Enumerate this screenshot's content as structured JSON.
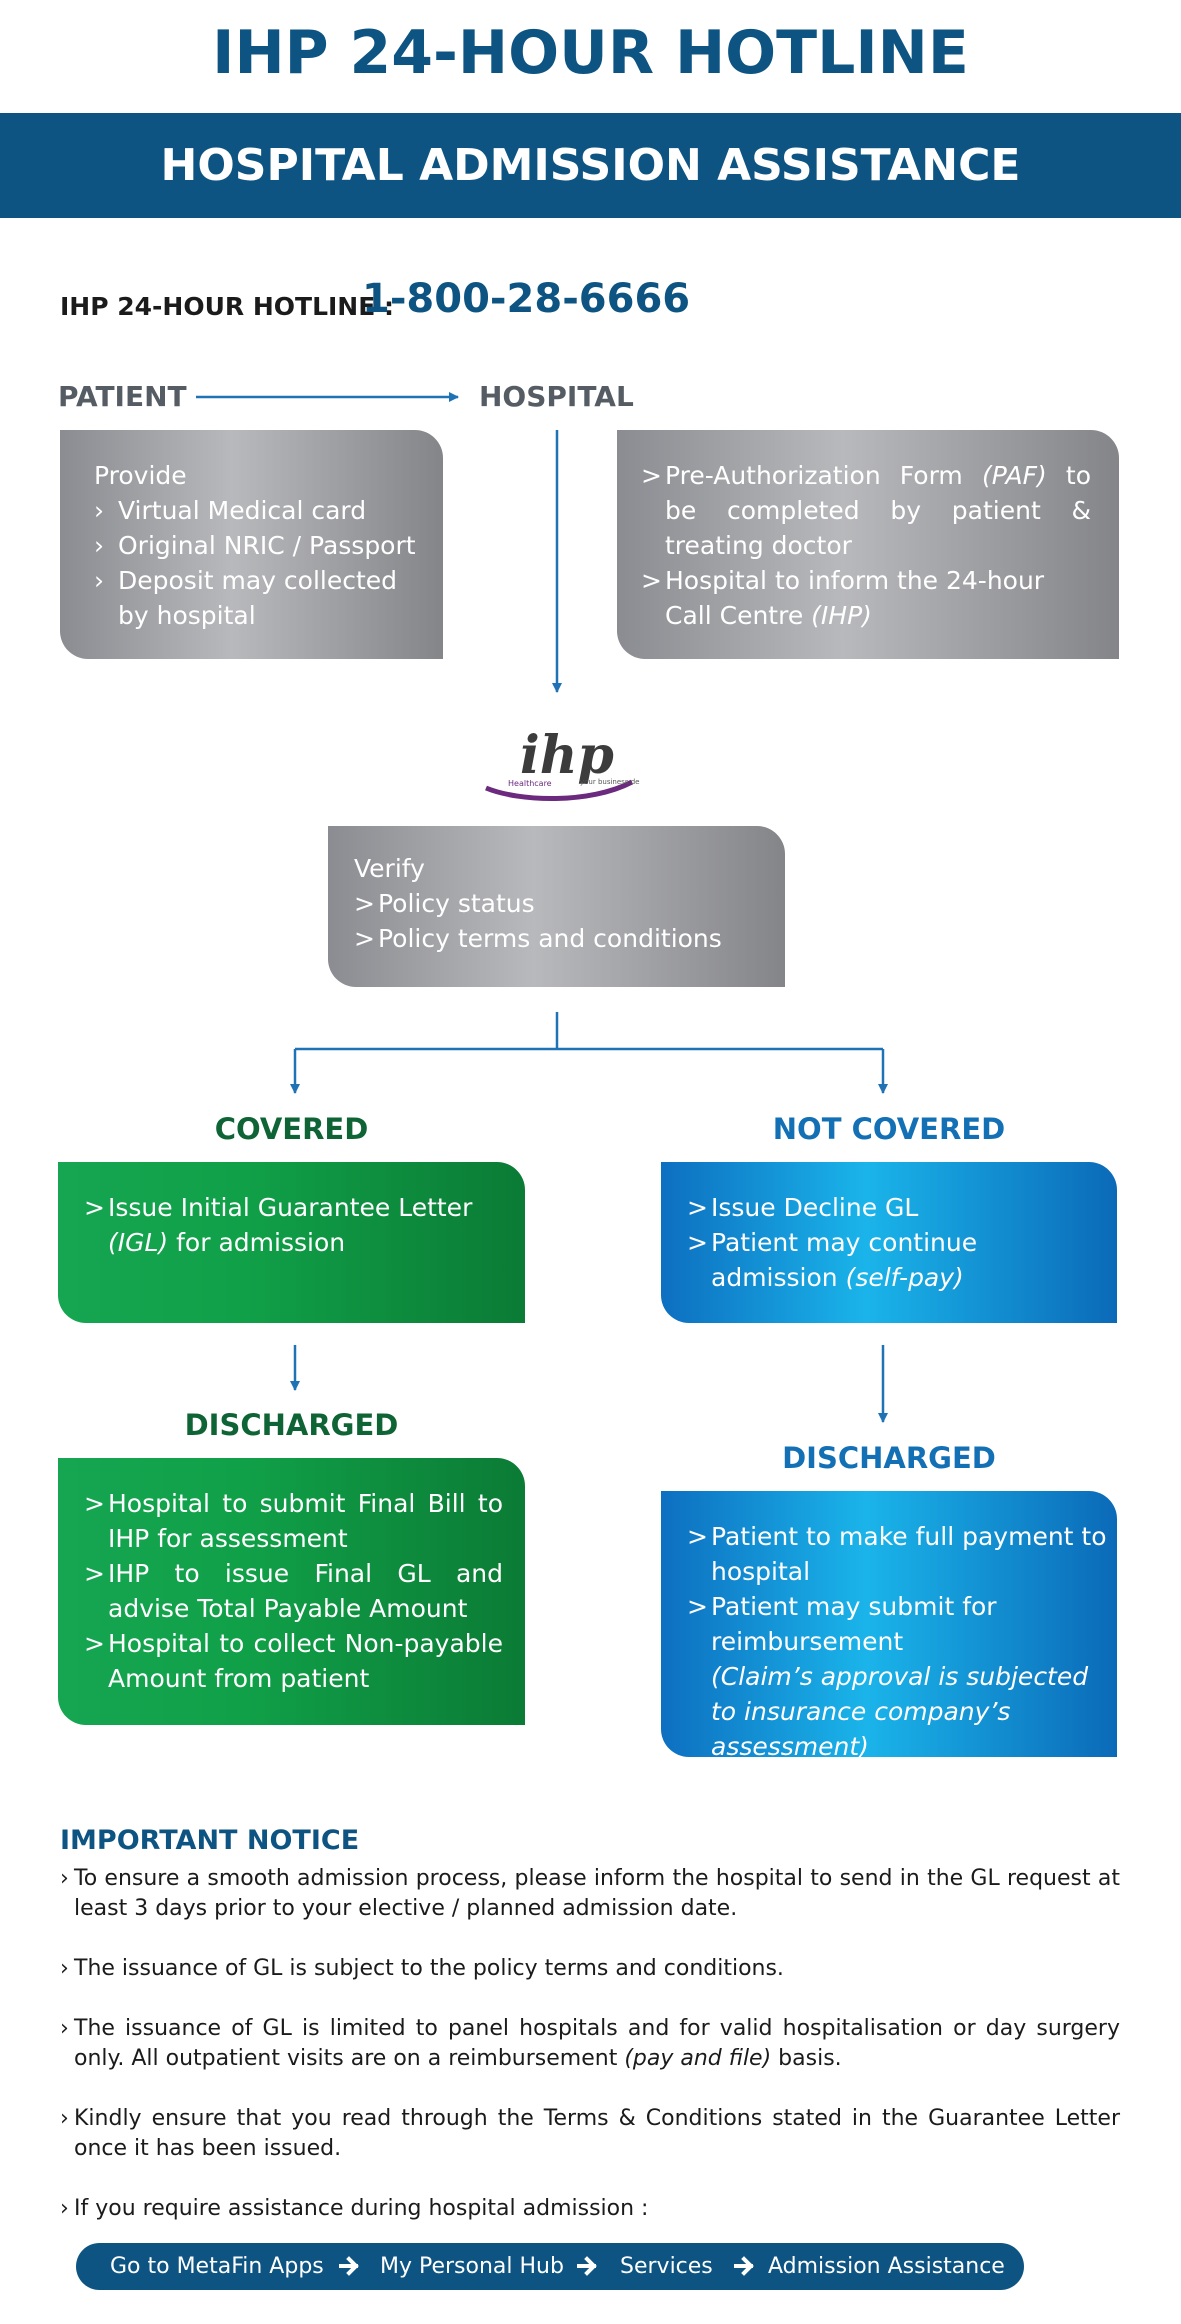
{
  "title": "IHP 24-HOUR HOTLINE",
  "banner": "HOSPITAL ADMISSION ASSISTANCE",
  "hotline": {
    "label": "IHP 24-HOUR HOTLINE :",
    "number": "1-800-28-6666"
  },
  "nodes": {
    "patient": "PATIENT",
    "hospital": "HOSPITAL"
  },
  "patient_box": {
    "heading": "Provide",
    "marker": "›",
    "items": [
      "Virtual Medical card",
      "Original NRIC / Passport",
      "Deposit may collected by hospital"
    ]
  },
  "hospital_box": {
    "marker": ">",
    "item1_pre": "Pre-Authorization Form ",
    "item1_it": "(PAF)",
    "item1_post": " to be completed by patient & treating doctor",
    "item2_pre": "Hospital to inform the 24-hour Call Centre ",
    "item2_it": "(IHP)"
  },
  "logo": {
    "main": "ihp",
    "left_tag": "Healthcare",
    "right_tag": "your business deserves"
  },
  "verify_box": {
    "heading": "Verify",
    "marker": ">",
    "items": [
      "Policy status",
      "Policy terms and conditions"
    ]
  },
  "covered": {
    "label": "COVERED",
    "marker": ">",
    "item1_pre": "Issue Initial Guarantee Letter ",
    "item1_it": "(IGL)",
    "item1_post": " for admission"
  },
  "not_covered": {
    "label": "NOT COVERED",
    "marker": ">",
    "item1": "Issue Decline GL",
    "item2_pre": "Patient may continue admission ",
    "item2_it": "(self-pay)"
  },
  "discharged_left": {
    "label": "DISCHARGED",
    "marker": ">",
    "items": [
      "Hospital to submit Final Bill to IHP for assessment",
      "IHP to issue Final GL and advise Total Payable Amount",
      "Hospital to collect Non-payable Amount from patient"
    ]
  },
  "discharged_right": {
    "label": "DISCHARGED",
    "marker": ">",
    "item1": "Patient to make full payment to hospital",
    "item2": "Patient may submit for reimbursement",
    "item2_note": "(Claim’s approval is subjected to insurance company’s assessment)"
  },
  "notice": {
    "title": "IMPORTANT NOTICE",
    "marker": "›",
    "n1": "To ensure a smooth admission process, please inform the hospital to send in the GL request at least 3 days prior to your elective / planned admission date.",
    "n2": "The issuance of GL is subject to the policy terms and conditions.",
    "n3_pre": "The issuance of GL is limited to panel hospitals and for valid hospitalisation or day surgery only. All outpatient visits are on a reimbursement ",
    "n3_it": "(pay and file)",
    "n3_post": " basis.",
    "n4": "Kindly ensure that you read through the Terms & Conditions stated in the Guarantee Letter once it has been issued.",
    "n5": "If you require assistance during hospital admission :"
  },
  "nav_path": [
    "Go to MetaFin Apps",
    "My Personal Hub",
    "Services",
    "Admission Assistance"
  ],
  "colors": {
    "brand_blue": "#0d5482",
    "covered_green": "#0f6436",
    "not_covered_blue": "#1370b5",
    "arrow_blue": "#1f72b4",
    "logo_purple": "#6b2a7e"
  }
}
